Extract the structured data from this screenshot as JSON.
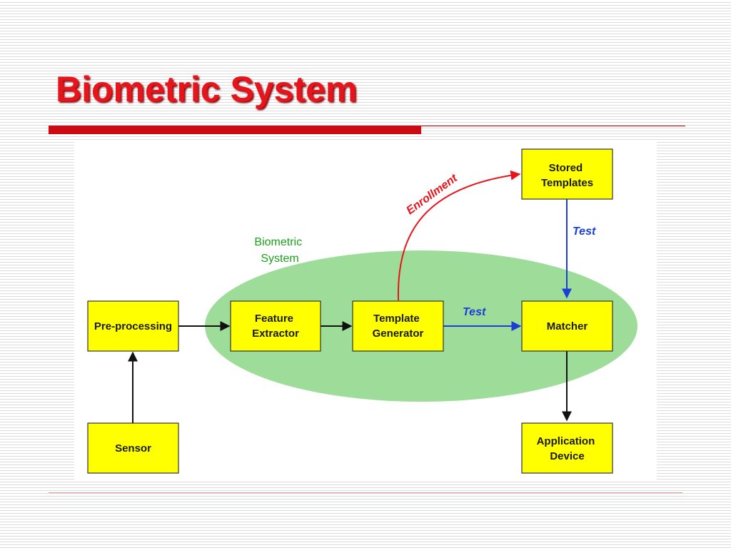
{
  "slide": {
    "title": "Biometric System"
  },
  "diagram": {
    "region_label": [
      "Biometric",
      "System"
    ],
    "boxes": {
      "preprocessing": [
        "Pre-processing"
      ],
      "sensor": [
        "Sensor"
      ],
      "feature_extractor": [
        "Feature",
        "Extractor"
      ],
      "template_generator": [
        "Template",
        "Generator"
      ],
      "stored_templates": [
        "Stored",
        "Templates"
      ],
      "matcher": [
        "Matcher"
      ],
      "application_device": [
        "Application",
        "Device"
      ]
    },
    "edge_labels": {
      "enrollment": "Enrollment",
      "test_horizontal": "Test",
      "test_vertical": "Test"
    }
  },
  "colors": {
    "title": "#e8141c",
    "box_fill": "#ffff00",
    "region_fill": "#9edc9a",
    "enrollment_arrow": "#e8141c",
    "test_arrow": "#1a3fd6",
    "flow_arrow": "#111111"
  }
}
